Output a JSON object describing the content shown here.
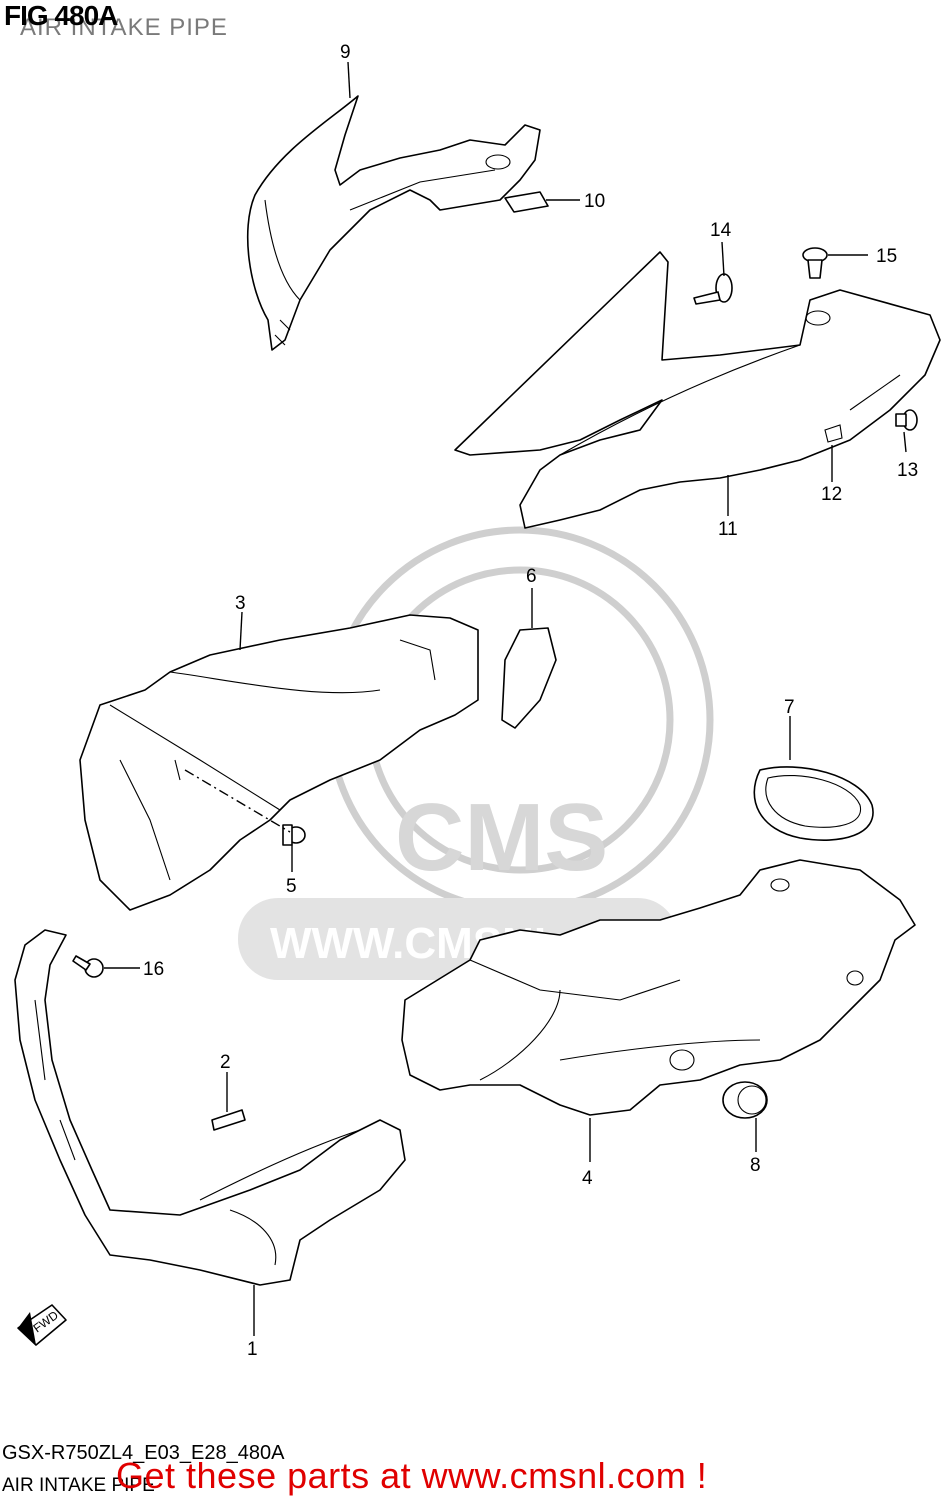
{
  "figure": {
    "title": "FIG 480A",
    "subtitle": "AIR INTAKE PIPE"
  },
  "footer": {
    "model_code": "GSX-R750ZL4_E03_E28_480A",
    "section_name": "AIR INTAKE PIPE",
    "promo": "Get these parts at www.cmsnl.com !"
  },
  "watermark": {
    "logo_text": "CMS",
    "url_text": "WWW.CMSNL.COM"
  },
  "direction_marker": {
    "label": "FWD"
  },
  "callouts": [
    "1",
    "2",
    "3",
    "4",
    "5",
    "6",
    "7",
    "8",
    "9",
    "10",
    "11",
    "12",
    "13",
    "14",
    "15",
    "16"
  ],
  "colors": {
    "line": "#000000",
    "watermark": "#cfcfcf",
    "promo": "#e00000",
    "subtitle": "#7a7a7a"
  }
}
